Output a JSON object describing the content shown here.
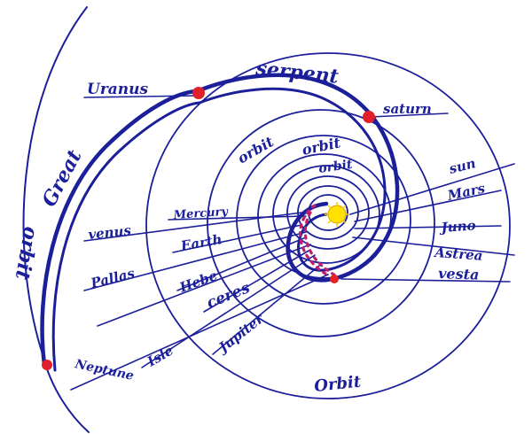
{
  "diagram": {
    "colors": {
      "ink": "#1c1f9a",
      "planet_marker": "#e0202a",
      "sun_fill": "#ffe000",
      "inner_dots": "#c0206a"
    },
    "labels": {
      "great": "Great",
      "serpent": "serpent",
      "orbit_outer": "orbit",
      "orbit_inner_1": "orbit",
      "orbit_inner_2": "orbit",
      "orbit_inner_3": "orbit",
      "orbit_bottom": "Orbit",
      "uranus": "Uranus",
      "saturn": "saturn",
      "neptune": "Neptune",
      "venus": "venus",
      "mercury": "Mercury",
      "earth": "Earth",
      "pallas": "Pallas",
      "hebe": "Hebe",
      "ceres": "ceres",
      "isle": "Isle",
      "jupiter": "Jupiter",
      "sun": "sun",
      "mars": "Mars",
      "juno": "Juno",
      "astrea": "Astrea",
      "vesta": "vesta"
    }
  }
}
